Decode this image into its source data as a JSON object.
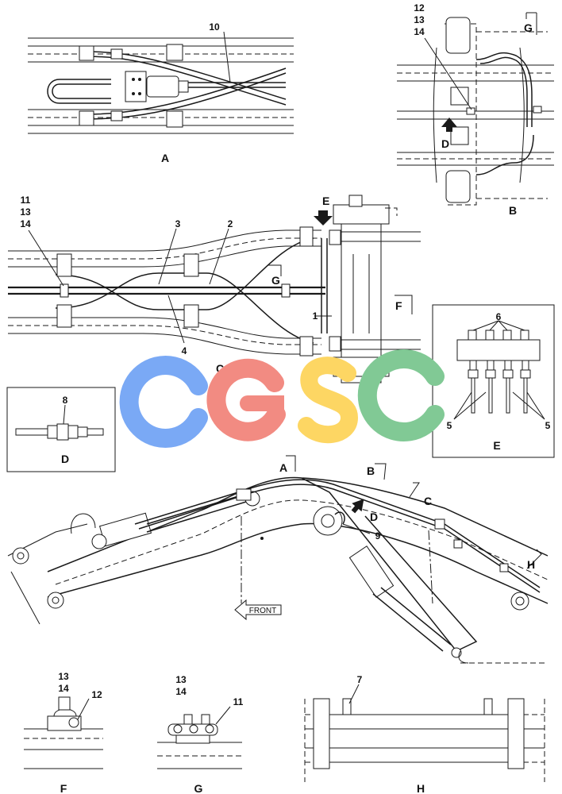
{
  "views": {
    "a": "A",
    "b": "B",
    "c": "C",
    "d": "D",
    "e": "E",
    "f": "F",
    "g": "G",
    "h": "H"
  },
  "callouts": {
    "n1": "1",
    "n2": "2",
    "n3": "3",
    "n4": "4",
    "n5": "5",
    "n6": "6",
    "n7": "7",
    "n8": "8",
    "n9": "9",
    "n10": "10",
    "n11": "11",
    "n12": "12",
    "n13": "13",
    "n14": "14"
  },
  "front_label": "FRONT",
  "watermark": {
    "text": "CGSC",
    "colors": [
      "#7aa9f5",
      "#f28b82",
      "#fdd663",
      "#81c995"
    ]
  }
}
